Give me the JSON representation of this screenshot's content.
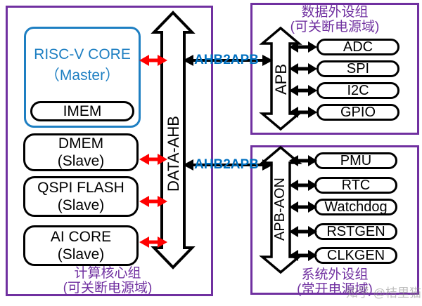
{
  "buses": {
    "data_ahb": "DATA-AHB",
    "apb": "APB",
    "apb_aon": "APB-AON",
    "bridge_top": "AHB2APB",
    "bridge_bottom": "AHB2APB"
  },
  "compute_group": {
    "title": "计算核心组",
    "subtitle": "(可关断电源域)",
    "master": {
      "name": "RISC-V CORE",
      "role": "（Master）",
      "imem": "IMEM"
    },
    "slaves": [
      {
        "name": "DMEM",
        "role": "(Slave)"
      },
      {
        "name": "QSPI FLASH",
        "role": "(Slave)"
      },
      {
        "name": "AI CORE",
        "role": "(Slave)"
      }
    ]
  },
  "data_peripheral_group": {
    "title": "数据外设组",
    "subtitle": "(可关断电源域)",
    "peripherals": [
      "ADC",
      "SPI",
      "I2C",
      "GPIO"
    ]
  },
  "system_peripheral_group": {
    "title": "系统外设组",
    "subtitle": "(常开电源域)",
    "peripherals": [
      "PMU",
      "RTC",
      "Watchdog",
      "RSTGEN",
      "CLKGEN"
    ]
  },
  "watermark": "知乎 @桔里猫",
  "colors": {
    "group_border_purple": "#7030A0",
    "core_blue": "#1E7FC2",
    "bridge_text_blue": "#0070C0",
    "local_arrow_red": "#FF0000",
    "bus_outline_black": "#000000"
  }
}
